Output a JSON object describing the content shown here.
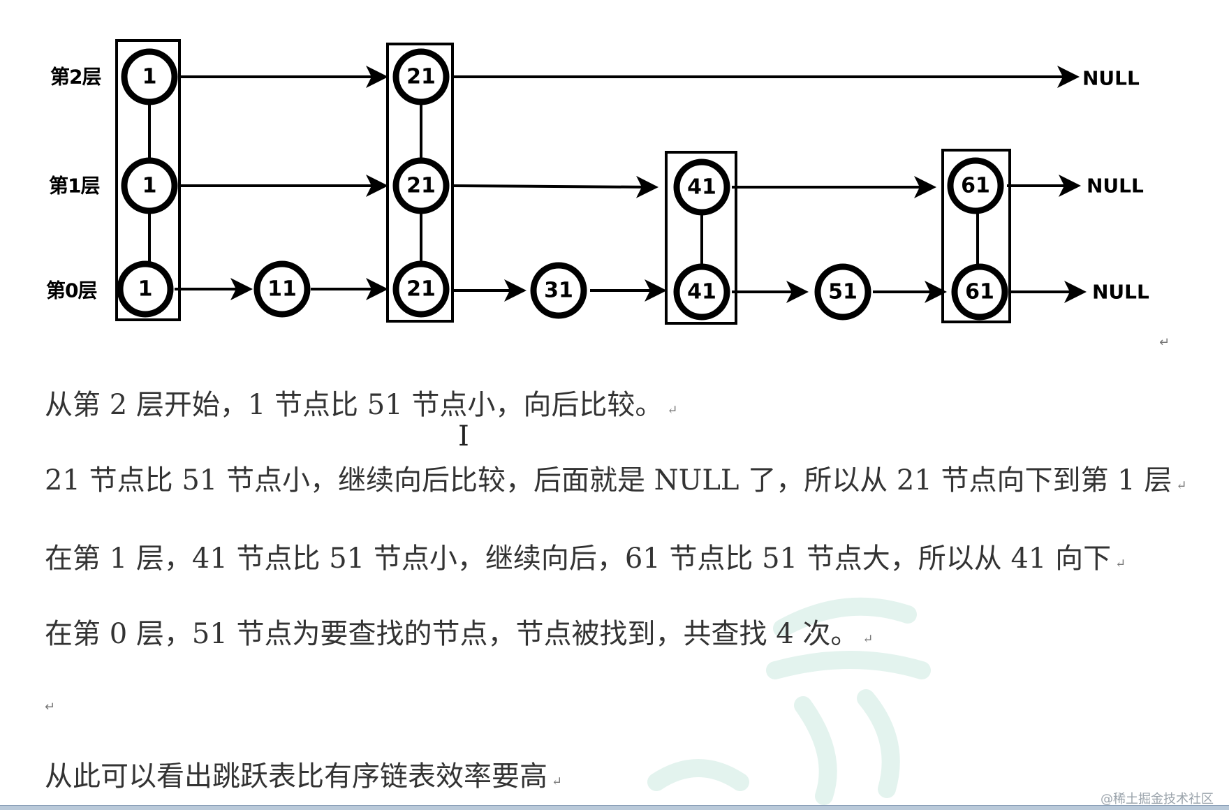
{
  "diagram": {
    "levels": [
      {
        "label": "第2层",
        "nodes": [
          "1",
          "21"
        ],
        "end": "NULL"
      },
      {
        "label": "第1层",
        "nodes": [
          "1",
          "21",
          "41",
          "61"
        ],
        "end": "NULL"
      },
      {
        "label": "第0层",
        "nodes": [
          "1",
          "11",
          "21",
          "31",
          "41",
          "51",
          "61"
        ],
        "end": "NULL"
      }
    ]
  },
  "paragraphs": [
    "从第 2 层开始，1 节点比 51 节点小，向后比较。",
    "21 节点比 51 节点小，继续向后比较，后面就是 NULL 了，所以从 21 节点向下到第 1 层",
    "在第 1 层，41 节点比 51 节点小，继续向后，61 节点比 51 节点大，所以从 41 向下",
    "在第 0 层，51 节点为要查找的节点，节点被找到，共查找 4 次。",
    "从此可以看出跳跃表比有序链表效率要高"
  ],
  "paragraph_mark": "↵",
  "watermark": "@稀土掘金技术社区"
}
